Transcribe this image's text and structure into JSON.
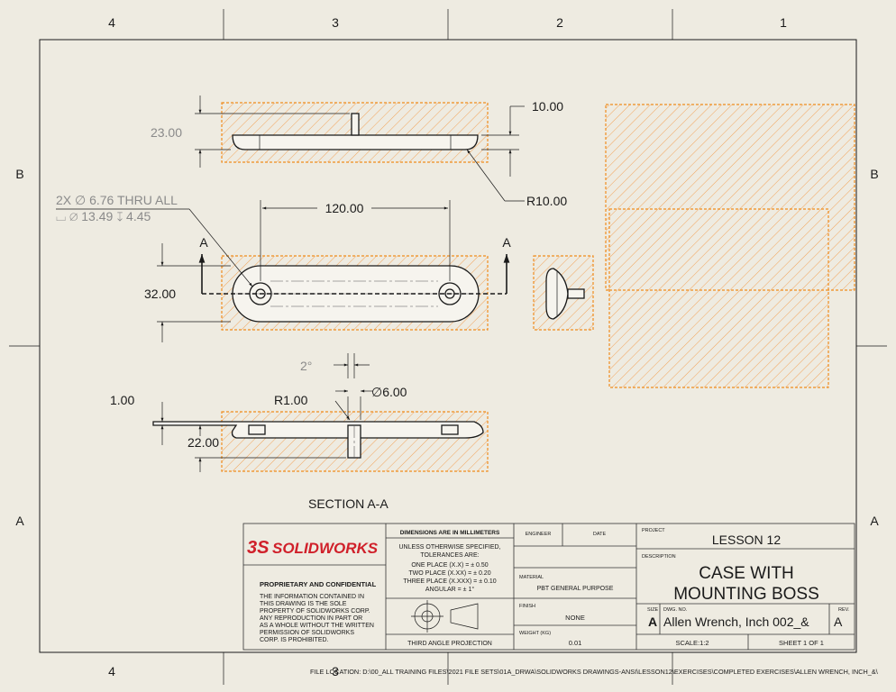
{
  "border": {
    "zones_top": [
      "4",
      "3",
      "2",
      "1"
    ],
    "zones_bottom": [
      "4",
      "3"
    ],
    "zones_left": [
      "B",
      "A"
    ],
    "zones_right": [
      "B",
      "A"
    ]
  },
  "dimensions": {
    "height_23": "23.00",
    "thickness_10": "10.00",
    "radius_10": "R10.00",
    "hole_callout_1": "2X ∅ 6.76 THRU ALL",
    "hole_callout_2": "⌴ ∅ 13.49 ↧ 4.45",
    "length_120": "120.00",
    "width_32": "32.00",
    "section_a_left": "A",
    "section_a_right": "A",
    "draft_angle": "2°",
    "boss_dia": "∅6.00",
    "radius_1": "R1.00",
    "wall_1": "1.00",
    "depth_22": "22.00",
    "section_label": "SECTION A-A"
  },
  "title_block": {
    "logo_text": "SOLIDWORKS",
    "logo_ds": "3S",
    "proprietary_title": "PROPRIETARY AND CONFIDENTIAL",
    "proprietary_lines": [
      "THE INFORMATION CONTAINED IN",
      "THIS DRAWING IS THE SOLE",
      "PROPERTY OF SOLIDWORKS CORP.",
      "ANY REPRODUCTION IN PART OR",
      "AS A WHOLE WITHOUT THE WRITTEN",
      "PERMISSION OF SOLIDWORKS",
      "CORP. IS PROHIBITED."
    ],
    "dims_header": "DIMENSIONS ARE IN MILLIMETERS",
    "tol_lines": [
      "UNLESS OTHERWISE SPECIFIED,",
      "TOLERANCES ARE:",
      "ONE PLACE (X.X) = ± 0.50",
      "TWO PLACE (X.XX) = ± 0.20",
      "THREE PLACE (X.XXX) = ± 0.10",
      "ANGULAR = ± 1°"
    ],
    "projection": "THIRD ANGLE PROJECTION",
    "engineer_label": "ENGINEER",
    "date_label": "DATE",
    "material_label": "MATERIAL",
    "material_value": "PBT GENERAL PURPOSE",
    "finish_label": "FINISH",
    "finish_value": "NONE",
    "weight_label": "WEIGHT (KG)",
    "weight_value": "0.01",
    "project_label": "PROJECT",
    "project_value": "LESSON 12",
    "description_label": "DESCRIPTION",
    "description_line1": "CASE WITH",
    "description_line2": "MOUNTING BOSS",
    "size_label": "SIZE",
    "size_value": "A",
    "dwg_label": "DWG. NO.",
    "dwg_value": "Allen Wrench, Inch 002_&",
    "rev_label": "REV.",
    "rev_value": "A",
    "scale": "SCALE:1:2",
    "sheet": "SHEET 1 OF 1"
  },
  "file_location": "FILE LOCATION: D:\\00_ALL TRAINING FILES\\2021 FILE SETS\\01A_DRWA\\SOLIDWORKS DRAWINGS-ANSI\\LESSON12\\EXERCISES\\COMPLETED EXERCISES\\ALLEN WRENCH, INCH_&\\",
  "colors": {
    "paper": "#eeebe1",
    "hatch": "#f08c1e",
    "logo_red": "#d0202a"
  }
}
